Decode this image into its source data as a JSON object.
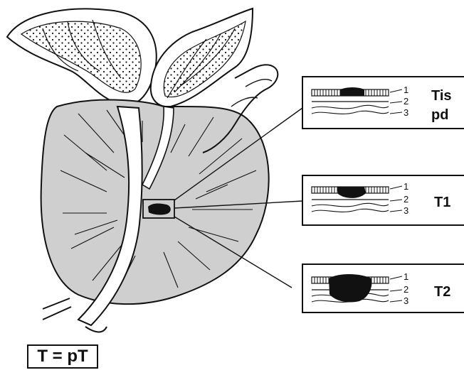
{
  "panels": [
    {
      "stage_line1": "Tis",
      "stage_line2": "pd",
      "layers": [
        "1",
        "2",
        "3"
      ]
    },
    {
      "stage_line1": "T1",
      "stage_line2": "",
      "layers": [
        "1",
        "2",
        "3"
      ]
    },
    {
      "stage_line1": "T2",
      "stage_line2": "",
      "layers": [
        "1",
        "2",
        "3"
      ]
    }
  ],
  "legend": {
    "text": "T = pT"
  },
  "colors": {
    "gland": "#cfcfcf",
    "stroke": "#111111",
    "tumor": "#111111",
    "paper": "#ffffff"
  }
}
